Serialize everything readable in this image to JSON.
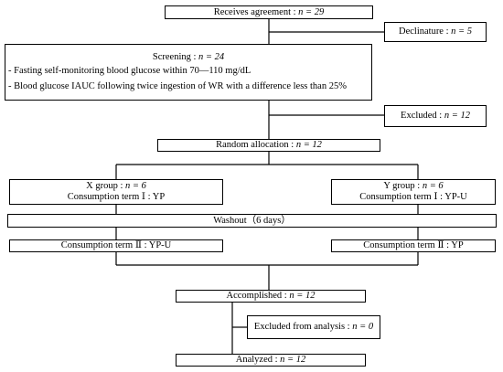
{
  "agreement": {
    "label": "Receives agreement : ",
    "n": "n = 29"
  },
  "declinature": {
    "label": "Declinature : ",
    "n": "n = 5"
  },
  "screening": {
    "label": "Screening : ",
    "n": "n = 24",
    "criteria": [
      "- Fasting self-monitoring blood glucose within 70—110 mg/dL",
      "- Blood glucose IAUC following twice ingestion of WR with a difference less than 25%"
    ]
  },
  "excluded": {
    "label": "Excluded : ",
    "n": "n = 12"
  },
  "random_allocation": {
    "label": "Random allocation : ",
    "n": "n = 12"
  },
  "x_group": {
    "label": "X group : ",
    "n": "n = 6",
    "term": "Consumption term Ⅰ : YP"
  },
  "y_group": {
    "label": "Y group : ",
    "n": "n = 6",
    "term": "Consumption term Ⅰ : YP-U"
  },
  "washout": {
    "label": "Washout（6 days）"
  },
  "x_term2": {
    "label": "Consumption term Ⅱ : YP-U"
  },
  "y_term2": {
    "label": "Consumption term Ⅱ : YP"
  },
  "accomplished": {
    "label": "Accomplished : ",
    "n": "n = 12"
  },
  "excluded_analysis": {
    "label": "Excluded from analysis : ",
    "n": "n = 0"
  },
  "analyzed": {
    "label": "Analyzed : ",
    "n": "n = 12"
  }
}
